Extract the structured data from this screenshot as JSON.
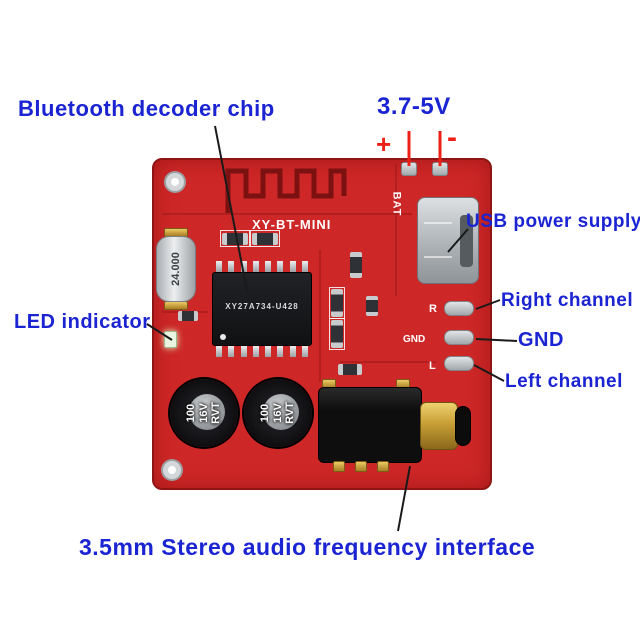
{
  "annotations": {
    "bluetooth_chip": "Bluetooth decoder chip",
    "voltage_range": "3.7-5V",
    "plus": "+",
    "minus": "-",
    "usb_power": "USB power supply",
    "right_channel": "Right channel",
    "gnd": "GND",
    "left_channel": "Left channel",
    "led_indicator": "LED indicator",
    "audio_interface": "3.5mm Stereo audio frequency interface"
  },
  "board": {
    "model": "XY-BT-MINI",
    "bat_label": "BAT",
    "crystal_marking": "24.000",
    "chip_marking": "XY27A734-U428",
    "capacitor_marking": [
      "100",
      "16V",
      "RVT"
    ],
    "pad_labels": {
      "right": "R",
      "ground": "GND",
      "left": "L"
    }
  },
  "colors": {
    "board_red": "#ce2727",
    "label_blue": "#1b24d2",
    "annotation_red": "#ee2015"
  }
}
